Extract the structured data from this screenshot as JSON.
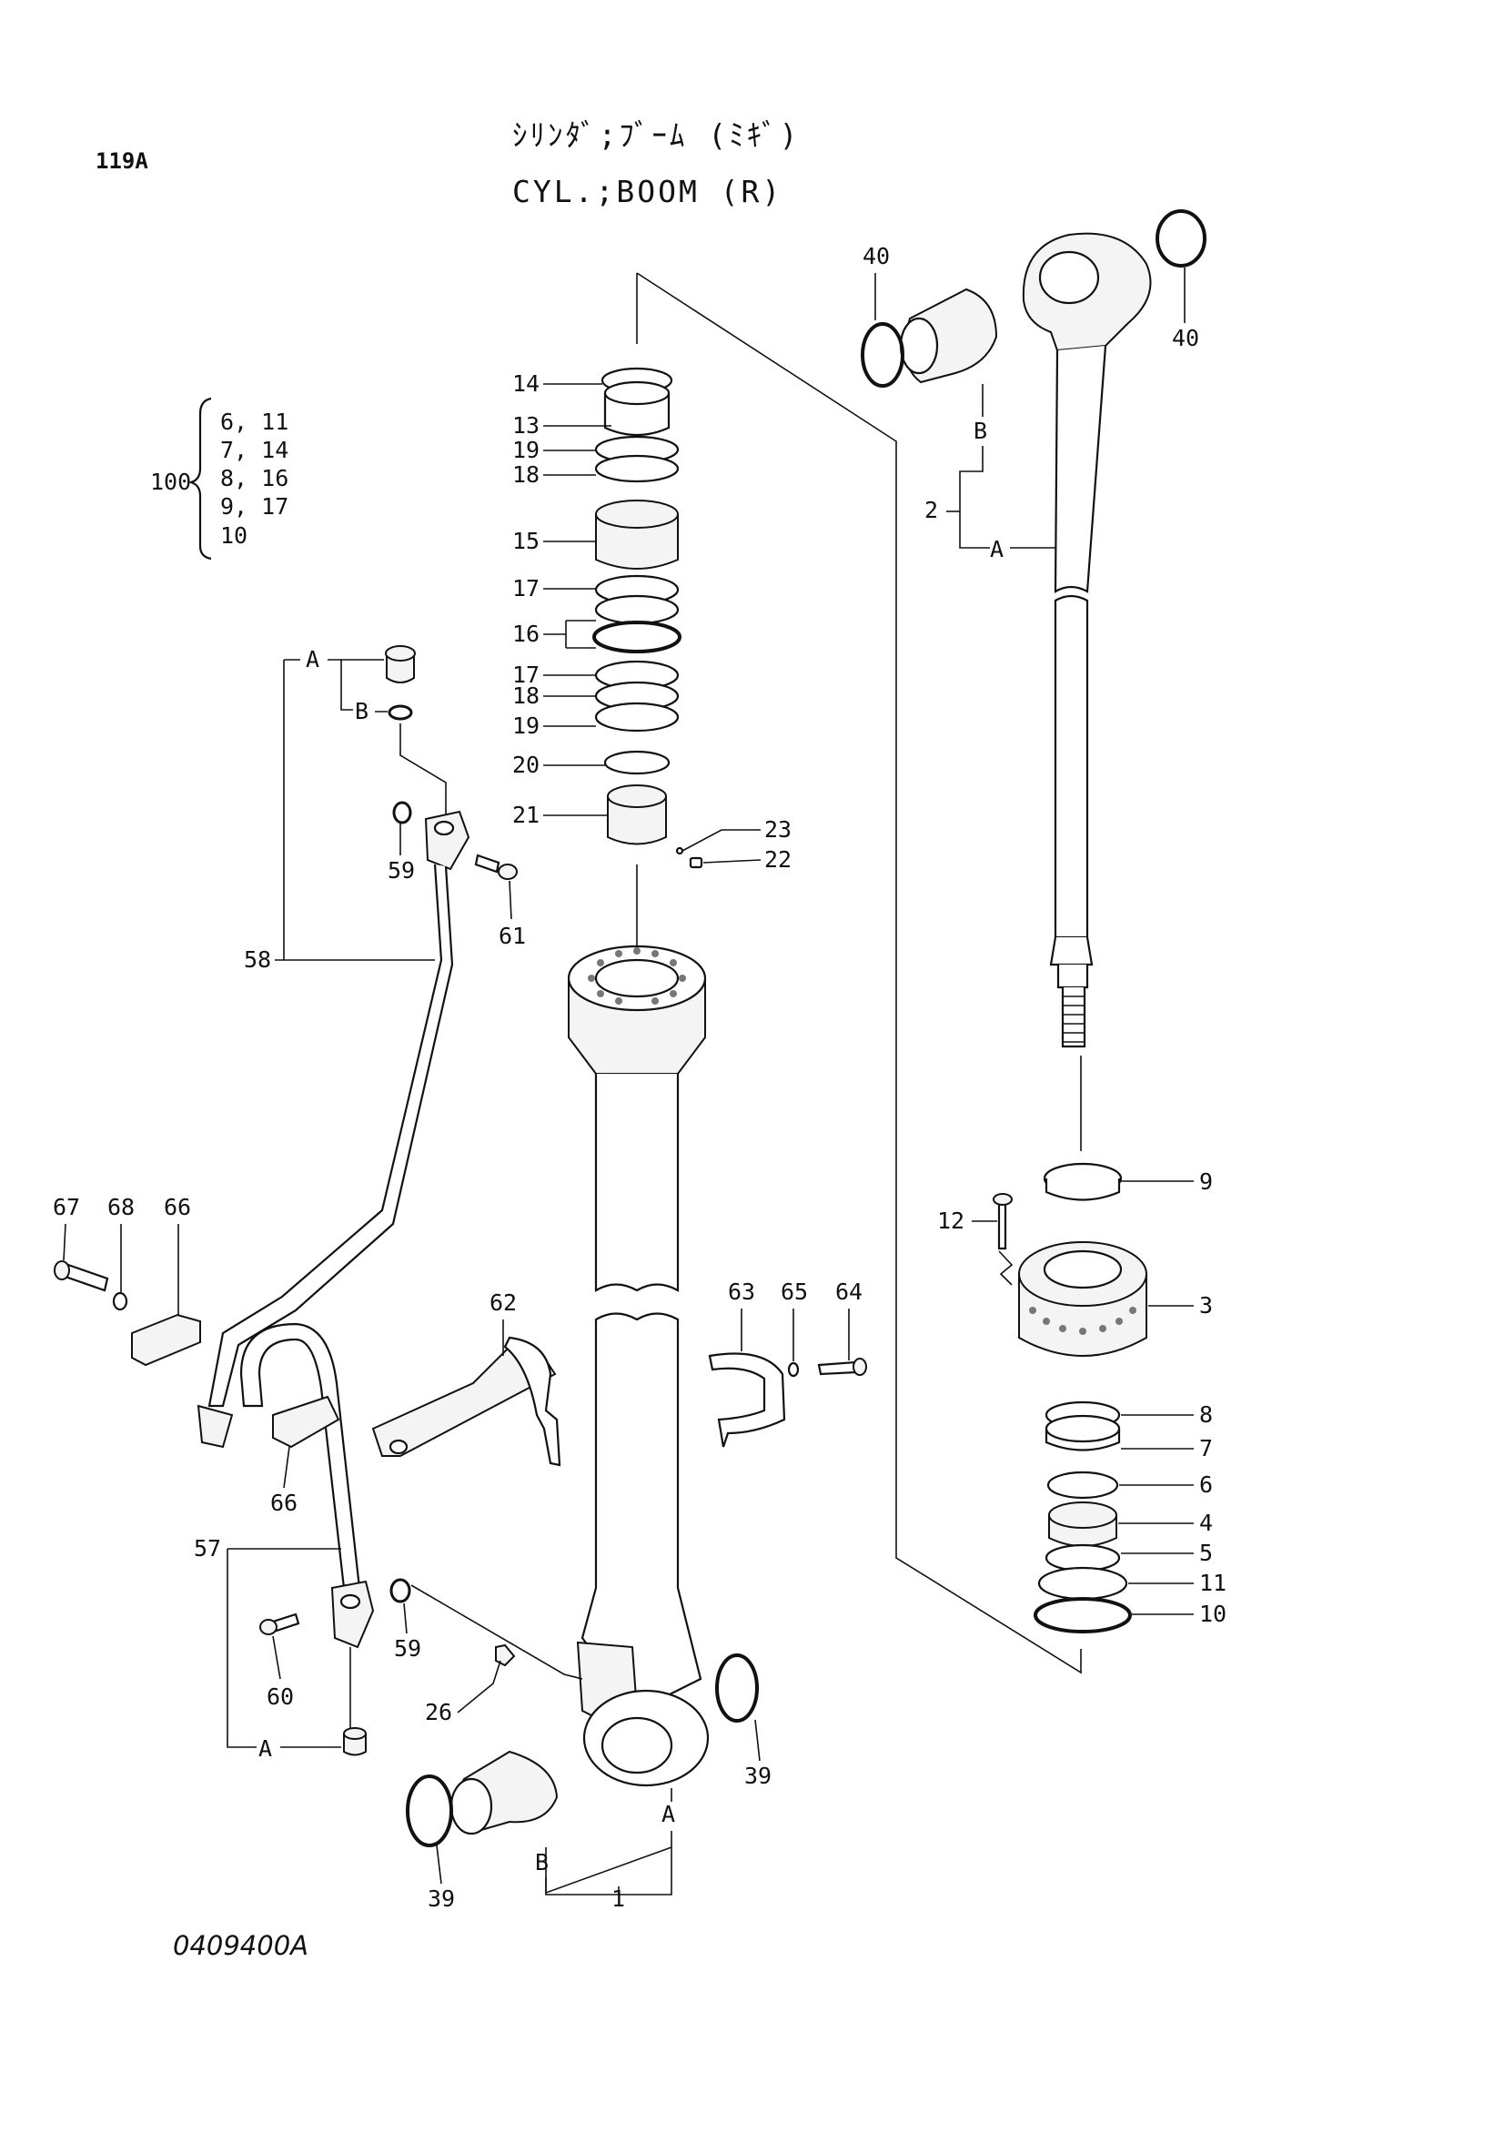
{
  "page_number": "119A",
  "title_jp": "ｼﾘﾝﾀﾞ;ﾌﾞｰﾑ (ﾐｷﾞ)",
  "title_en": "CYL.;BOOM (R)",
  "kit": {
    "number": "100",
    "items": [
      "6, 11",
      "7, 14",
      "8, 16",
      "9, 17",
      "10"
    ]
  },
  "drawing_code": "0409400A",
  "callouts": {
    "l1": "1",
    "l2": "2",
    "l3": "3",
    "l4": "4",
    "l5": "5",
    "l6": "6",
    "l7": "7",
    "l8": "8",
    "l9": "9",
    "l10": "10",
    "l11": "11",
    "l12": "12",
    "l13": "13",
    "l14": "14",
    "l15": "15",
    "l16": "16",
    "l17a": "17",
    "l17b": "17",
    "l18a": "18",
    "l18b": "18",
    "l19a": "19",
    "l19b": "19",
    "l20": "20",
    "l21": "21",
    "l22": "22",
    "l23": "23",
    "l26": "26",
    "l39a": "39",
    "l39b": "39",
    "l40a": "40",
    "l40b": "40",
    "l57": "57",
    "l58": "58",
    "l59a": "59",
    "l59b": "59",
    "l60": "60",
    "l61": "61",
    "l62": "62",
    "l63": "63",
    "l64": "64",
    "l65": "65",
    "l66a": "66",
    "l66b": "66",
    "l67": "67",
    "l68": "68",
    "A_rod": "A",
    "B_rod": "B",
    "A_pipe58": "A",
    "B_pipe58": "B",
    "A_pipe57": "A",
    "A_tube": "A",
    "B_tube": "B"
  }
}
